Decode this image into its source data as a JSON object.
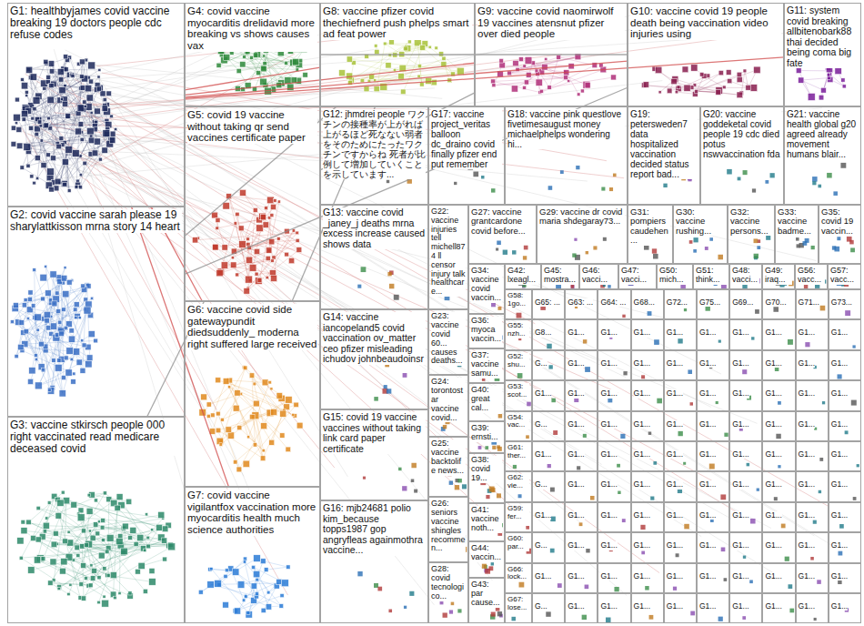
{
  "diagram": {
    "nodes": [
      {
        "text": [
          "G1: healthbyjames covid vaccine breaking 19 doctors people cdc refuse codes"
        ]
      },
      {
        "text": [
          "G2: covid vaccine sarah please 19 sharylattkisson mrna story 14 heart"
        ]
      },
      {
        "text": [
          "G3: vaccine stkirsch people 000 right vaccinated read medicare deceased covid"
        ]
      },
      {
        "text": [
          "G4: covid vaccine myocarditis drelidavid more breaking vs shows causes vax"
        ]
      },
      {
        "text": [
          "G5: covid 19 vaccine without taking qr send vaccines certificate paper"
        ]
      },
      {
        "text": [
          "G6: vaccine covid side gatewaypundit diedsuddenly_ moderna right suffered large received"
        ]
      },
      {
        "text": [
          "G7: covid vaccine vigilantfox vaccination more myocarditis health much science authorities"
        ]
      },
      {
        "text": [
          "G8: vaccine pfizer covid thechiefnerd push phelps smart ad feat power"
        ]
      },
      {
        "text": [
          "G9: vaccine covid naomirwolf 19 vaccines atensnut pfizer over died people"
        ]
      },
      {
        "text": [
          "G10: vaccine covid 19 people death being vaccination video injuries using"
        ]
      },
      {
        "text": [
          "G11: system covid breaking allbitenobark88 thai decided being coma big fate"
        ]
      },
      {
        "text": [
          "G12: jhmdrei people ワクチンの接種率が上がれば上がるほど死なない弱者をそのためにたったワクチンですからね 死者が比例して増加していくことを示しています..."
        ]
      },
      {
        "text": [
          "G17: vaccine project_veritas balloon dc_draino covid finally pfizer end put remember"
        ]
      },
      {
        "text": [
          "G18: vaccine pink questlove fivetimesaugust money michaelphelps wondering hi..."
        ]
      },
      {
        "text": [
          "G19: petersweden7 data hospitalized vaccination decided status report bad..."
        ]
      },
      {
        "text": [
          "G20: vaccine goddeketal covid people 19 cdc died potus nswvaccination fda"
        ]
      },
      {
        "text": [
          "G21: vaccine health global g20 agreed already movement humans blair..."
        ]
      },
      {
        "text": [
          "G13: vaccine covid _janey_j deaths mrna excess increase caused shows data"
        ]
      },
      {
        "text": [
          "G22: vaccine injuries tell michell874 ll censor injury talk healthcare..."
        ]
      },
      {
        "text": [
          "G27: vaccine grantcardone covid before..."
        ]
      },
      {
        "text": [
          "G29: vaccine dr covid maria shdegaray73..."
        ]
      },
      {
        "text": [
          "G31: pompiers caudehen..."
        ]
      },
      {
        "text": [
          "G30: vaccine rushing..."
        ]
      },
      {
        "text": [
          "G32: vaccine persons..."
        ]
      },
      {
        "text": [
          "G33: vaccine badme..."
        ]
      },
      {
        "text": [
          "G35: covid 19 vaccin..."
        ]
      },
      {
        "text": [
          "G34: vaccine covid vaccin..."
        ]
      },
      {
        "text": [
          "G42: lxeagl..."
        ]
      },
      {
        "text": [
          "G45: mostra..."
        ]
      },
      {
        "text": [
          "G46: vacci..."
        ]
      },
      {
        "text": [
          "G47: vacci..."
        ]
      },
      {
        "text": [
          "G50: mich..."
        ]
      },
      {
        "text": [
          "G51: think..."
        ]
      },
      {
        "text": [
          "G48: vacci..."
        ]
      },
      {
        "text": [
          "G49: iraq..."
        ]
      },
      {
        "text": [
          "G56: vacc..."
        ]
      },
      {
        "text": [
          "G57: vacc..."
        ]
      },
      {
        "text": [
          "G14: vaccine iancopeland5 covid vaccination ov_matter ceo pfizer misleading ichudov johnbeaudoinsr"
        ]
      },
      {
        "text": [
          "G15: covid 19 vaccine vaccines without taking link card paper certificate"
        ]
      },
      {
        "text": [
          "G16: mjb24681 polio kim_because topps1987 gop angryfleas againmothra vaccine..."
        ]
      },
      {
        "text": [
          "G23: vaccine covid 60... causes deaths..."
        ]
      },
      {
        "text": [
          "G24: torontostar vaccine covid..."
        ]
      },
      {
        "text": [
          "G25: vaccine backtolife news..."
        ]
      },
      {
        "text": [
          "G26: seniors vaccine shingles recommen..."
        ]
      },
      {
        "text": [
          "G28: covid tecnologico..."
        ]
      },
      {
        "text": [
          "G36: myoca vaccin..."
        ]
      },
      {
        "text": [
          "G37: vaccine samu..."
        ]
      },
      {
        "text": [
          "G40: great cal..."
        ]
      },
      {
        "text": [
          "G39: ernsti..."
        ]
      },
      {
        "text": [
          "G38: covid 19..."
        ]
      },
      {
        "text": [
          "G41: vaccine noth..."
        ]
      },
      {
        "text": [
          "G44: vaccin..."
        ]
      },
      {
        "text": [
          "G43: par cause..."
        ]
      },
      {
        "text": [
          "G58: 1go..."
        ]
      },
      {
        "text": [
          "G55: nzh..."
        ]
      },
      {
        "text": [
          "G52: shu..."
        ]
      },
      {
        "text": [
          "G53: scot..."
        ]
      },
      {
        "text": [
          "G54: vac..."
        ]
      },
      {
        "text": [
          "G61: ther..."
        ]
      },
      {
        "text": [
          "G62: vie..."
        ]
      },
      {
        "text": [
          "G59: fer..."
        ]
      },
      {
        "text": [
          "G60: par..."
        ]
      },
      {
        "text": [
          "G66: lock..."
        ]
      },
      {
        "text": [
          "G67: lose..."
        ]
      },
      {
        "text": [
          "G65: ..."
        ]
      },
      {
        "text": [
          "G63: ..."
        ]
      },
      {
        "text": [
          "G64: ..."
        ]
      },
      {
        "text": [
          "G68..."
        ]
      },
      {
        "text": [
          "G72..."
        ]
      },
      {
        "text": [
          "G75..."
        ]
      },
      {
        "text": [
          "G69..."
        ]
      },
      {
        "text": [
          "G70..."
        ]
      },
      {
        "text": [
          "G71..."
        ]
      },
      {
        "text": [
          "G73..."
        ]
      },
      {
        "text": [
          "G8..."
        ]
      },
      {
        "text": [
          "G1..."
        ]
      },
      {
        "text": [
          "G1..."
        ]
      },
      {
        "text": [
          "G1..."
        ]
      },
      {
        "text": [
          "G1..."
        ]
      },
      {
        "text": [
          "G1..."
        ]
      },
      {
        "text": [
          "G1..."
        ]
      },
      {
        "text": [
          "G1..."
        ]
      },
      {
        "text": [
          "G1..."
        ]
      },
      {
        "text": [
          "G1..."
        ]
      },
      {
        "text": [
          "G..."
        ]
      },
      {
        "text": [
          "G1..."
        ]
      },
      {
        "text": [
          "G1..."
        ]
      },
      {
        "text": [
          "G1..."
        ]
      },
      {
        "text": [
          "G1..."
        ]
      },
      {
        "text": [
          "G1..."
        ]
      },
      {
        "text": [
          "G1..."
        ]
      },
      {
        "text": [
          "G1..."
        ]
      },
      {
        "text": [
          "G1..."
        ]
      },
      {
        "text": [
          "G1..."
        ]
      },
      {
        "text": [
          "G1..."
        ]
      },
      {
        "text": [
          "G1..."
        ]
      },
      {
        "text": [
          "G1..."
        ]
      },
      {
        "text": [
          "G1..."
        ]
      },
      {
        "text": [
          "G1..."
        ]
      },
      {
        "text": [
          "G1..."
        ]
      },
      {
        "text": [
          "G1..."
        ]
      },
      {
        "text": [
          "G1..."
        ]
      },
      {
        "text": [
          "G1..."
        ]
      },
      {
        "text": [
          "G1..."
        ]
      },
      {
        "text": [
          "G..."
        ]
      },
      {
        "text": [
          "G1..."
        ]
      },
      {
        "text": [
          "G1..."
        ]
      },
      {
        "text": [
          "G1..."
        ]
      },
      {
        "text": [
          "G1..."
        ]
      },
      {
        "text": [
          "G1..."
        ]
      },
      {
        "text": [
          "G1..."
        ]
      },
      {
        "text": [
          "G1..."
        ]
      },
      {
        "text": [
          "G1..."
        ]
      },
      {
        "text": [
          "G1..."
        ]
      },
      {
        "text": [
          "G1..."
        ]
      },
      {
        "text": [
          "G1..."
        ]
      },
      {
        "text": [
          "G1..."
        ]
      },
      {
        "text": [
          "G1..."
        ]
      },
      {
        "text": [
          "G1..."
        ]
      },
      {
        "text": [
          "G1..."
        ]
      },
      {
        "text": [
          "G1..."
        ]
      },
      {
        "text": [
          "G1..."
        ]
      },
      {
        "text": [
          "G1..."
        ]
      },
      {
        "text": [
          "G1..."
        ]
      },
      {
        "text": [
          "G..."
        ]
      },
      {
        "text": [
          "G1..."
        ]
      },
      {
        "text": [
          "G1..."
        ]
      },
      {
        "text": [
          "G1..."
        ]
      },
      {
        "text": [
          "G1..."
        ]
      },
      {
        "text": [
          "G1..."
        ]
      },
      {
        "text": [
          "G1..."
        ]
      },
      {
        "text": [
          "G1..."
        ]
      },
      {
        "text": [
          "G1..."
        ]
      },
      {
        "text": [
          "G1..."
        ]
      },
      {
        "text": [
          "G1..."
        ]
      },
      {
        "text": [
          "G1..."
        ]
      },
      {
        "text": [
          "G1..."
        ]
      },
      {
        "text": [
          "G1..."
        ]
      },
      {
        "text": [
          "G1..."
        ]
      },
      {
        "text": [
          "G1..."
        ]
      },
      {
        "text": [
          "G1..."
        ]
      },
      {
        "text": [
          "G1..."
        ]
      },
      {
        "text": [
          "G1..."
        ]
      },
      {
        "text": [
          "G1..."
        ]
      },
      {
        "text": [
          "G..."
        ]
      },
      {
        "text": [
          "G1..."
        ]
      },
      {
        "text": [
          "G1..."
        ]
      },
      {
        "text": [
          "G1..."
        ]
      },
      {
        "text": [
          "G1..."
        ]
      },
      {
        "text": [
          "G1..."
        ]
      },
      {
        "text": [
          "G1..."
        ]
      },
      {
        "text": [
          "G1..."
        ]
      },
      {
        "text": [
          "G1..."
        ]
      },
      {
        "text": [
          "G1..."
        ]
      },
      {
        "text": [
          "G1..."
        ]
      },
      {
        "text": [
          "G1..."
        ]
      },
      {
        "text": [
          "G1..."
        ]
      },
      {
        "text": [
          "G1..."
        ]
      },
      {
        "text": [
          "G1..."
        ]
      },
      {
        "text": [
          "G1..."
        ]
      },
      {
        "text": [
          "G1..."
        ]
      },
      {
        "text": [
          "G1..."
        ]
      },
      {
        "text": [
          "G1..."
        ]
      },
      {
        "text": [
          "G1..."
        ]
      },
      {
        "text": [
          "G..."
        ]
      },
      {
        "text": [
          "G1..."
        ]
      },
      {
        "text": [
          "G1..."
        ]
      },
      {
        "text": [
          "G1..."
        ]
      },
      {
        "text": [
          "G1..."
        ]
      },
      {
        "text": [
          "G1..."
        ]
      },
      {
        "text": [
          "G1..."
        ]
      },
      {
        "text": [
          "G1..."
        ]
      },
      {
        "text": [
          "G1..."
        ]
      },
      {
        "text": [
          "G1..."
        ]
      }
    ],
    "edges": [
      {
        "from": 0,
        "to": 7,
        "arrow": "none"
      },
      {
        "from": 0,
        "to": 8,
        "arrow": "none"
      },
      {
        "from": 0,
        "to": 9,
        "arrow": "none"
      },
      {
        "from": 0,
        "to": 10,
        "arrow": "none"
      },
      {
        "from": 0,
        "to": 5,
        "arrow": "none"
      },
      {
        "from": 0,
        "to": 6,
        "arrow": "none"
      },
      {
        "from": 1,
        "to": 7,
        "arrow": "none"
      },
      {
        "from": 2,
        "to": 4,
        "arrow": "none"
      },
      {
        "from": 3,
        "to": 9,
        "arrow": "none"
      },
      {
        "from": 4,
        "to": 8,
        "arrow": "none"
      },
      {
        "from": 5,
        "to": 7,
        "arrow": "none"
      },
      {
        "from": 1,
        "to": 9,
        "arrow": "none"
      }
    ]
  }
}
